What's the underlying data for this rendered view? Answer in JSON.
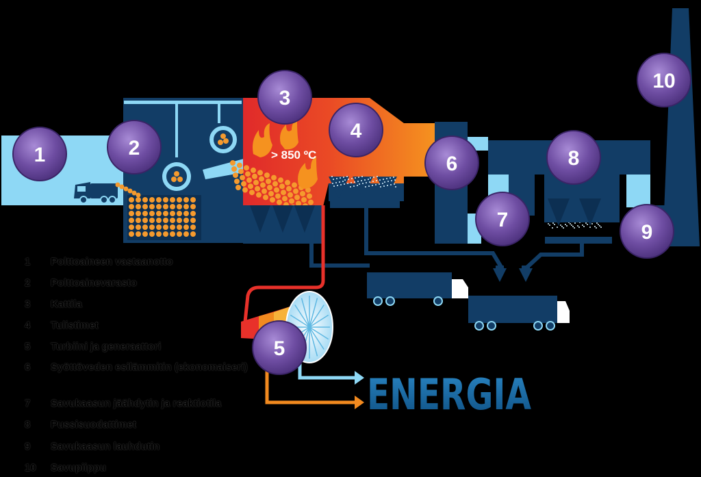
{
  "badges": [
    "1",
    "2",
    "3",
    "4",
    "5",
    "6",
    "7",
    "8",
    "9",
    "10"
  ],
  "temperature": "> 850 ºC",
  "energy_word": "ENERGIA",
  "legend": [
    {
      "num": "1",
      "label": "Polttoaineen vastaanotto"
    },
    {
      "num": "2",
      "label": "Polttoainevarasto"
    },
    {
      "num": "3",
      "label": "Kattila"
    },
    {
      "num": "4",
      "label": "Tulistimet"
    },
    {
      "num": "5",
      "label": "Turbiini ja generaattori"
    },
    {
      "num": "6",
      "label": "Syöttöveden esilämmitin (ekonomaiseri)"
    },
    {
      "num": "7",
      "label": "Savukaasun jäähdytin ja reaktiotila"
    },
    {
      "num": "8",
      "label": "Pussisuodattimet"
    },
    {
      "num": "9",
      "label": "Savukaasun lauhdutin"
    },
    {
      "num": "10",
      "label": "Savupiippu"
    }
  ],
  "colors": {
    "navy": "#123d66",
    "light_blue": "#8ed8f5",
    "badge_purple": "#6a4a9c",
    "fire_red": "#e8312a",
    "fire_orange": "#f28a1f",
    "pellet_orange": "#f59a2e",
    "energy_blue": "#1b6fa8"
  }
}
